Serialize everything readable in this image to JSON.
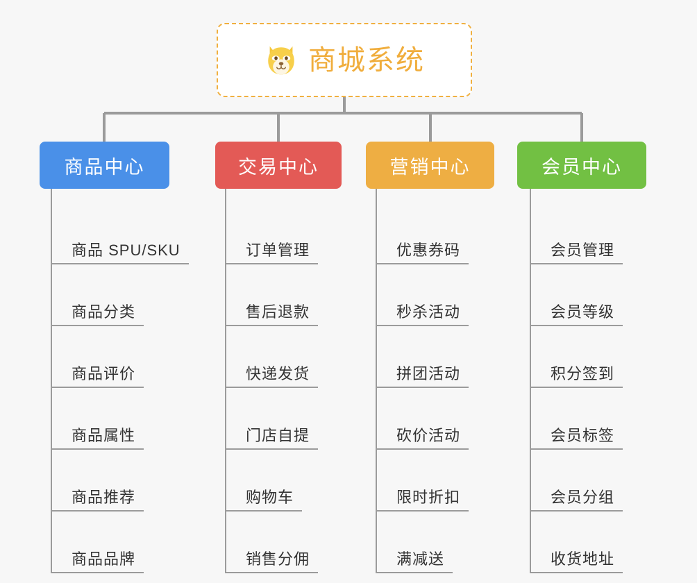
{
  "page": {
    "background_color": "#f7f7f7",
    "title": "商城系统",
    "type": "mindmap"
  },
  "root": {
    "label": "商城系统",
    "icon": "dog-face-icon",
    "text_color": "#f0ad3c",
    "border_color": "#f0b040",
    "background_color": "#ffffff"
  },
  "branches": [
    {
      "label": "商品中心",
      "color": "#4a90e8",
      "items": [
        {
          "label": "商品 SPU/SKU"
        },
        {
          "label": "商品分类"
        },
        {
          "label": "商品评价"
        },
        {
          "label": "商品属性"
        },
        {
          "label": "商品推荐"
        },
        {
          "label": "商品品牌"
        }
      ]
    },
    {
      "label": "交易中心",
      "color": "#e35a56",
      "items": [
        {
          "label": "订单管理"
        },
        {
          "label": "售后退款"
        },
        {
          "label": "快递发货"
        },
        {
          "label": "门店自提"
        },
        {
          "label": "购物车"
        },
        {
          "label": "销售分佣"
        }
      ]
    },
    {
      "label": "营销中心",
      "color": "#eeae43",
      "items": [
        {
          "label": "优惠券码"
        },
        {
          "label": "秒杀活动"
        },
        {
          "label": "拼团活动"
        },
        {
          "label": "砍价活动"
        },
        {
          "label": "限时折扣"
        },
        {
          "label": "满减送"
        }
      ]
    },
    {
      "label": "会员中心",
      "color": "#72c043",
      "items": [
        {
          "label": "会员管理"
        },
        {
          "label": "会员等级"
        },
        {
          "label": "积分签到"
        },
        {
          "label": "会员标签"
        },
        {
          "label": "会员分组"
        },
        {
          "label": "收货地址"
        }
      ]
    }
  ],
  "connector": {
    "color": "#9b9b9b"
  }
}
